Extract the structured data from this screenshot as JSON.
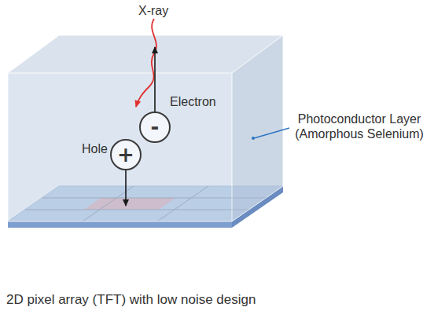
{
  "diagram": {
    "caption": "2D pixel array (TFT) with low noise design",
    "nodes": [
      {
        "text": [
          "-"
        ]
      },
      {
        "text": [
          "+"
        ]
      }
    ],
    "labels": [
      "X-ray",
      "Electron",
      "Hole",
      "Photoconductor Layer (Amorphous Selenium)"
    ]
  }
}
